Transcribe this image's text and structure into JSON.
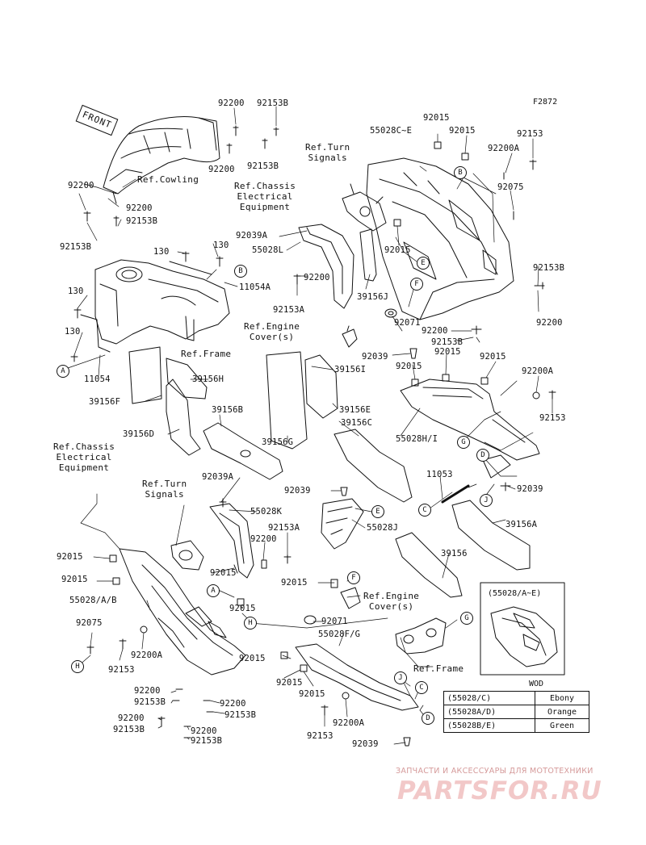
{
  "figure_code": "F2872",
  "front_tag": "FRONT",
  "refs": {
    "cowling": "Ref.Cowling",
    "turn_signals_top": "Ref.Turn\nSignals",
    "chassis_top": "Ref.Chassis\nElectrical\nEquipment",
    "engine_cover_top": "Ref.Engine\nCover(s)",
    "frame_top": "Ref.Frame",
    "chassis_bottom": "Ref.Chassis\nElectrical\nEquipment",
    "turn_signals_bottom": "Ref.Turn\nSignals",
    "engine_cover_bottom": "Ref.Engine\nCover(s)",
    "frame_bottom": "Ref.Frame"
  },
  "parts": {
    "p92200_a": "92200",
    "p92153B_a": "92153B",
    "p92200_b": "92200",
    "p92153B_b": "92153B",
    "p92200_c": "92200",
    "p92200_d": "92200",
    "p92153B_c": "92153B",
    "p92153B_d": "92153B",
    "p92015_a": "92015",
    "p55028CE": "55028C~E",
    "p92015_b": "92015",
    "p92153_a": "92153",
    "p92200A_a": "92200A",
    "p92075_a": "92075",
    "p92039A_a": "92039A",
    "p55028L": "55028L",
    "p92015_c": "92015",
    "p130_a": "130",
    "p130_b": "130",
    "p11054A": "11054A",
    "p92200_e": "92200",
    "p92153A_a": "92153A",
    "p39156J": "39156J",
    "p92153B_e": "92153B",
    "p92200_f": "92200",
    "p130_c": "130",
    "p130_d": "130",
    "p11054": "11054",
    "p92071_a": "92071",
    "p92039_a": "92039",
    "p92200_g": "92200",
    "p92153B_f": "92153B",
    "p92015_d": "92015",
    "p92015_e": "92015",
    "p92015_f": "92015",
    "p92200A_b": "92200A",
    "p92153_b": "92153",
    "p39156F": "39156F",
    "p39156H": "39156H",
    "p39156I": "39156I",
    "p39156E": "39156E",
    "p39156C": "39156C",
    "p39156D": "39156D",
    "p39156B": "39156B",
    "p39156G": "39156G",
    "p55028HI": "55028H/I",
    "p11053": "11053",
    "p92039_b": "92039",
    "p92039A_b": "92039A",
    "p55028K": "55028K",
    "p92039_c": "92039",
    "p55028J": "55028J",
    "p92153A_b": "92153A",
    "p92200_h": "92200",
    "p39156A": "39156A",
    "p92015_g": "92015",
    "p92015_h": "92015",
    "p92015_i": "92015",
    "p39156": "39156",
    "p92015_j": "92015",
    "p55028AB": "55028/A/B",
    "p92015_k": "92015",
    "p92075_b": "92075",
    "p92071_b": "92071",
    "p92200A_c": "92200A",
    "p92153_c": "92153",
    "p55028FG": "55028F/G",
    "p92015_l": "92015",
    "p92015_m": "92015",
    "p92015_n": "92015",
    "p92200_i": "92200",
    "p92153B_g": "92153B",
    "p92200_j": "92200",
    "p92153B_h": "92153B",
    "p92200_k": "92200",
    "p92153B_i": "92153B",
    "p92200_l": "92200",
    "p92153B_j": "92153B",
    "p92200A_d": "92200A",
    "p92153_d": "92153",
    "p92039_d": "92039"
  },
  "callouts": {
    "B1": "B",
    "E1": "E",
    "F1": "F",
    "B2": "B",
    "A1": "A",
    "G1": "G",
    "D1": "D",
    "J1": "J",
    "C1": "C",
    "E2": "E",
    "F2": "F",
    "A2": "A",
    "H1": "H",
    "H2": "H",
    "G2": "G",
    "J2": "J",
    "C2": "C",
    "D2": "D"
  },
  "inset": {
    "title": "(55028/A~E)",
    "wod_title": "WOD",
    "rows": [
      {
        "code": "(55028/C)",
        "color": "Ebony"
      },
      {
        "code": "(55028A/D)",
        "color": "Orange"
      },
      {
        "code": "(55028B/E)",
        "color": "Green"
      }
    ]
  },
  "watermark": {
    "top": "ЗАПЧАСТИ И АКСЕССУАРЫ ДЛЯ МОТОТЕХНИКИ",
    "logo": "PARTSFOR.RU"
  }
}
